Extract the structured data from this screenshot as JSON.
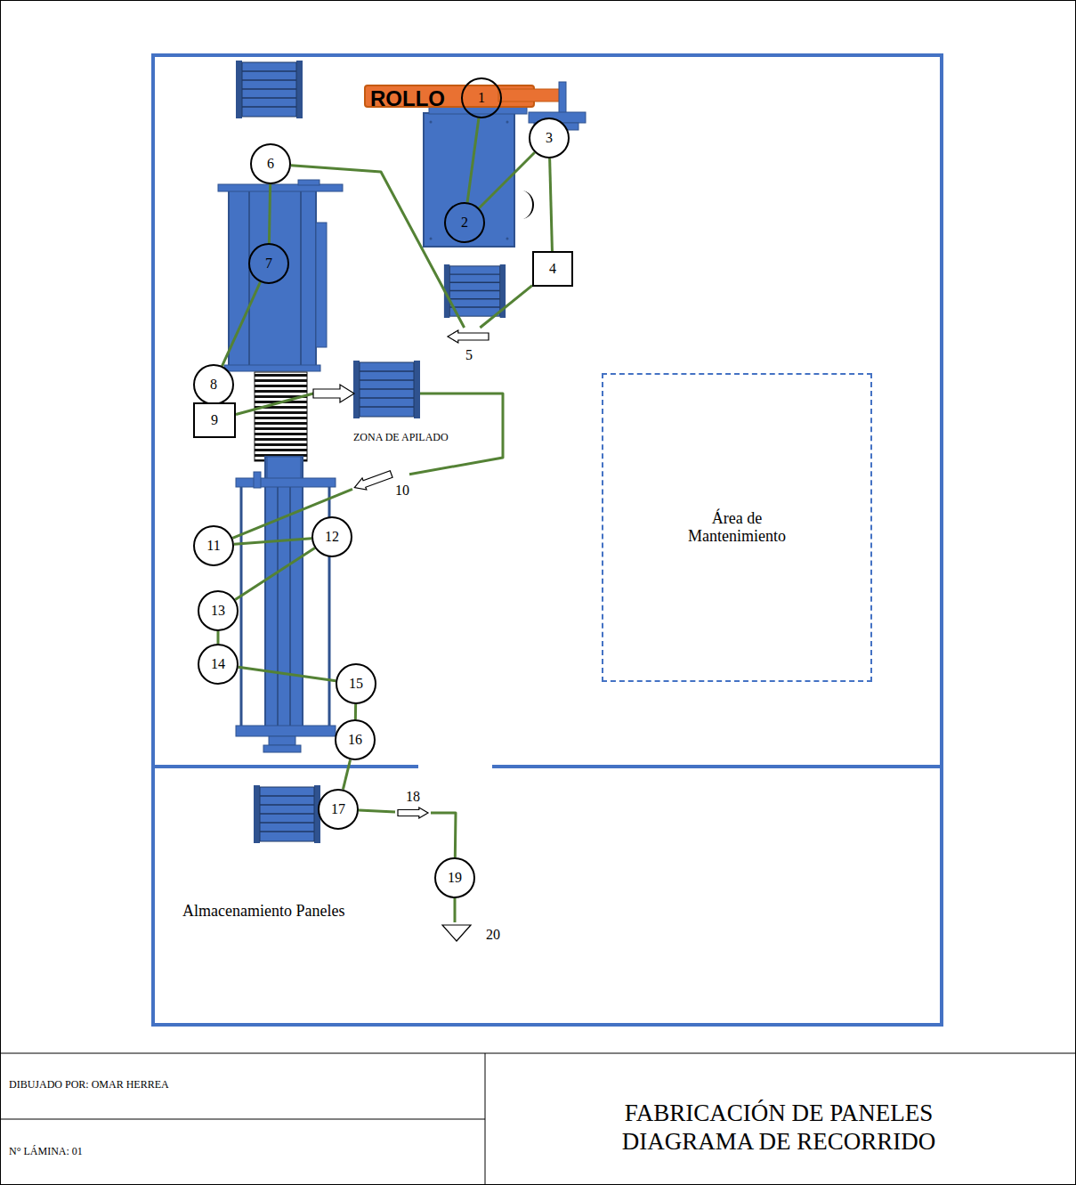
{
  "diagram": {
    "title": "FABRICACIÓN DE PANELES DIAGRAMA DE RECORRIDO",
    "nodes": [
      {
        "text": [
          "1"
        ]
      },
      {
        "text": [
          "2"
        ]
      },
      {
        "text": [
          "3"
        ]
      },
      {
        "text": [
          "4"
        ]
      },
      {
        "text": [
          "5"
        ]
      },
      {
        "text": [
          "6"
        ]
      },
      {
        "text": [
          "7"
        ]
      },
      {
        "text": [
          "8"
        ]
      },
      {
        "text": [
          "9"
        ]
      },
      {
        "text": [
          "10"
        ]
      },
      {
        "text": [
          "11"
        ]
      },
      {
        "text": [
          "12"
        ]
      },
      {
        "text": [
          "13"
        ]
      },
      {
        "text": [
          "14"
        ]
      },
      {
        "text": [
          "15"
        ]
      },
      {
        "text": [
          "16"
        ]
      },
      {
        "text": [
          "17"
        ]
      },
      {
        "text": [
          "18"
        ]
      },
      {
        "text": [
          "19"
        ]
      },
      {
        "text": [
          "20"
        ]
      },
      {
        "text": [
          "Área de Mantenimiento"
        ]
      }
    ],
    "edges": [
      {
        "from": 0,
        "to": 1,
        "arrow": "none"
      },
      {
        "from": 1,
        "to": 2,
        "arrow": "none"
      },
      {
        "from": 2,
        "to": 3,
        "arrow": "none"
      },
      {
        "from": 3,
        "to": 4,
        "arrow": "none"
      },
      {
        "from": 4,
        "to": 5,
        "arrow": "none"
      },
      {
        "from": 5,
        "to": 6,
        "arrow": "none"
      },
      {
        "from": 6,
        "to": 7,
        "arrow": "none"
      },
      {
        "from": 7,
        "to": 8,
        "arrow": "none"
      },
      {
        "from": 8,
        "to": 9,
        "arrow": "none"
      },
      {
        "from": 9,
        "to": 10,
        "arrow": "none"
      },
      {
        "from": 10,
        "to": 11,
        "arrow": "none"
      },
      {
        "from": 11,
        "to": 12,
        "arrow": "none"
      },
      {
        "from": 12,
        "to": 13,
        "arrow": "none"
      },
      {
        "from": 13,
        "to": 14,
        "arrow": "none"
      },
      {
        "from": 14,
        "to": 15,
        "arrow": "none"
      },
      {
        "from": 15,
        "to": 16,
        "arrow": "none"
      },
      {
        "from": 16,
        "to": 17,
        "arrow": "none"
      },
      {
        "from": 17,
        "to": 18,
        "arrow": "none"
      },
      {
        "from": 18,
        "to": 19,
        "arrow": "none"
      }
    ],
    "labels": [
      "ROLLO",
      "ZONA DE APILADO",
      "Almacenamiento Paneles",
      "DIBUJADO POR: OMAR HERREA",
      "N° LÁMINA: 01"
    ]
  }
}
